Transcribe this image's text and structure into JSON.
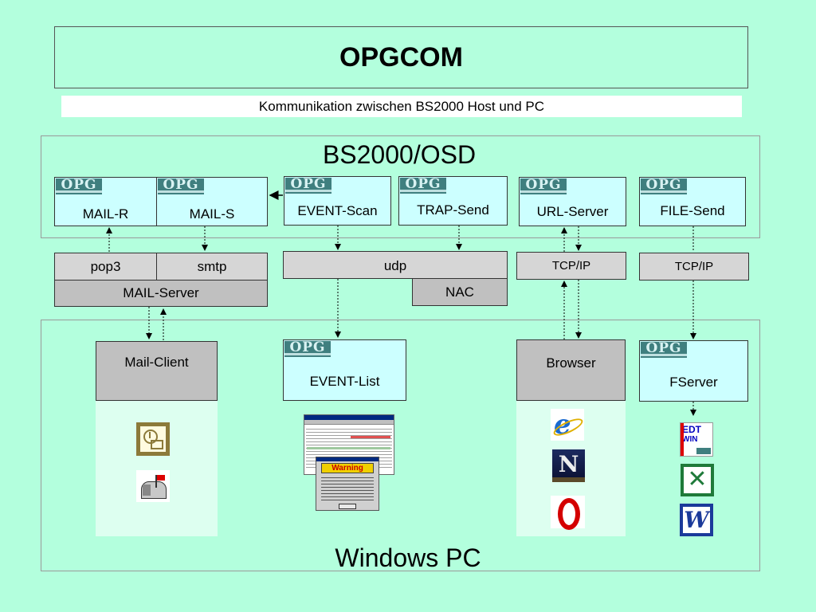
{
  "header": {
    "title": "OPGCOM",
    "subtitle": "Kommunikation zwischen BS2000 Host und PC"
  },
  "regions": {
    "host": "BS2000/OSD",
    "pc": "Windows PC"
  },
  "logo_text": "OPG",
  "host_components": {
    "mail_r": "MAIL-R",
    "mail_s": "MAIL-S",
    "event_scan": "EVENT-Scan",
    "trap_send": "TRAP-Send",
    "url_server": "URL-Server",
    "file_send": "FILE-Send"
  },
  "transport": {
    "pop3": "pop3",
    "smtp": "smtp",
    "mail_server": "MAIL-Server",
    "udp": "udp",
    "nac": "NAC",
    "tcpip_1": "TCP/IP",
    "tcpip_2": "TCP/IP"
  },
  "pc_components": {
    "mail_client": "Mail-Client",
    "event_list": "EVENT-List",
    "browser": "Browser",
    "fserver": "FServer"
  },
  "warning_window": {
    "title": "Warning"
  },
  "icons": [
    "outlook-icon",
    "mailbox-icon",
    "internet-explorer-icon",
    "netscape-icon",
    "opera-icon",
    "edt-win-icon",
    "excel-icon",
    "word-icon"
  ],
  "colors": {
    "background": "#b3ffdd",
    "component": "#ccffff",
    "grey": "#d6d6d6",
    "logo": "#3f7f7f"
  }
}
